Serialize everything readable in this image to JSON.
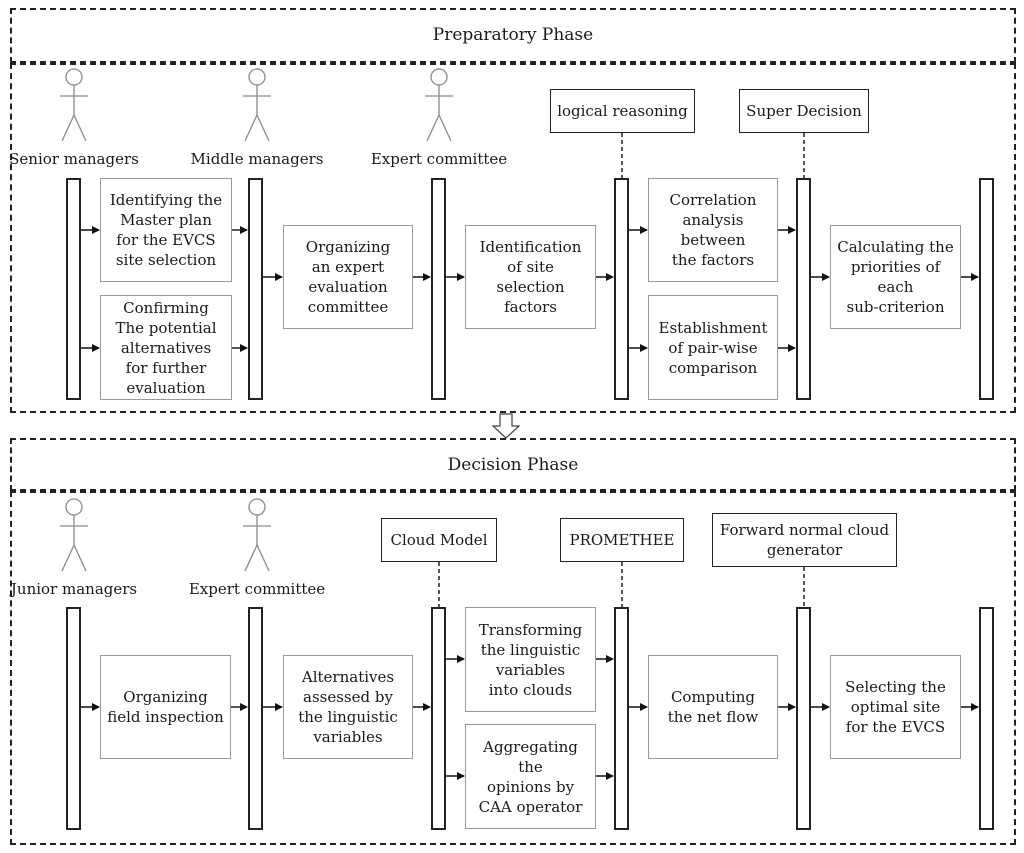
{
  "preparatory_phase": {
    "title": "Preparatory Phase",
    "actors": [
      "Senior managers",
      "Middle managers",
      "Expert committee"
    ],
    "tools": [
      "logical reasoning",
      "Super Decision"
    ],
    "steps": {
      "master_plan": "Identifying the\nMaster plan\nfor the EVCS\nsite selection",
      "alternatives": "Confirming\nThe potential\nalternatives\nfor further\nevaluation",
      "committee": "Organizing\nan expert\nevaluation\ncommittee",
      "factors": "Identification\nof site\nselection factors",
      "correlation": "Correlation\nanalysis\nbetween\nthe factors",
      "pairwise": "Establishment\nof pair-wise\ncomparison",
      "priorities": "Calculating the\npriorities of each\nsub-criterion"
    }
  },
  "decision_phase": {
    "title": "Decision Phase",
    "actors": [
      "Junior managers",
      "Expert committee"
    ],
    "tools": [
      "Cloud Model",
      "PROMETHEE",
      "Forward normal cloud\ngenerator"
    ],
    "steps": {
      "inspection": "Organizing\nfield inspection",
      "assessed": "Alternatives\nassessed by\nthe linguistic\nvariables",
      "transform": "Transforming\nthe linguistic\nvariables\ninto clouds",
      "aggregate": "Aggregating the\nopinions by\nCAA operator",
      "netflow": "Computing\nthe net flow",
      "optimal": "Selecting the\noptimal site\nfor the EVCS"
    }
  }
}
